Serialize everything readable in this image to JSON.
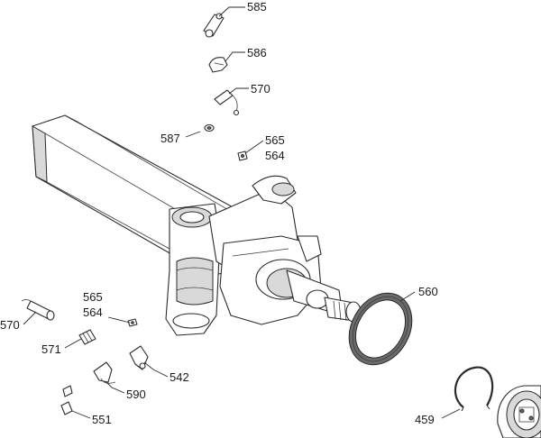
{
  "callouts": {
    "c585": "585",
    "c586": "586",
    "c570a": "570",
    "c587": "587",
    "c565a": "565",
    "c564a": "564",
    "c560": "560",
    "c565b": "565",
    "c564b": "564",
    "c570b": "570",
    "c571": "571",
    "c542": "542",
    "c590": "590",
    "c551": "551",
    "c459": "459"
  }
}
